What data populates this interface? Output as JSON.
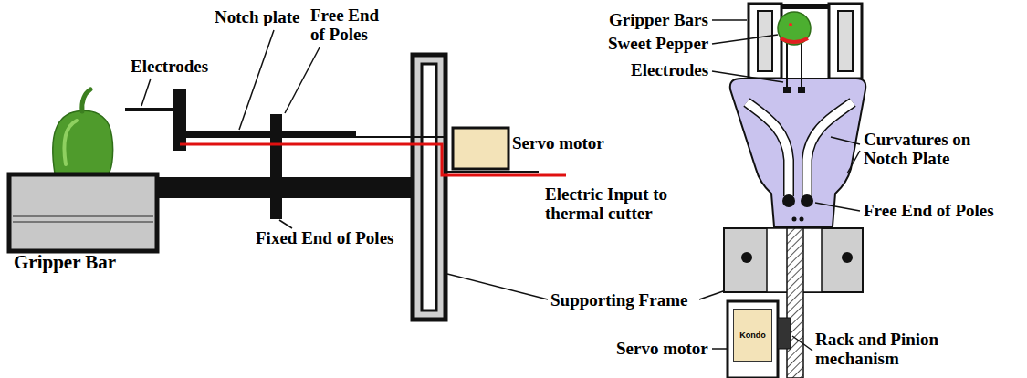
{
  "diagram": {
    "nodes": [
      {
        "text": [
          "Kondo"
        ]
      }
    ],
    "labels": [
      "Notch plate",
      "Electrodes",
      "Free End of Poles",
      "Servo motor",
      "Electric Input to thermal cutter",
      "Gripper Bar",
      "Fixed End of Poles",
      "Supporting Frame",
      "Gripper Bars",
      "Sweet Pepper",
      "Electrodes",
      "Curvatures on Notch Plate",
      "Free End of Poles",
      "Servo motor",
      "Rack and Pinion mechanism"
    ]
  }
}
